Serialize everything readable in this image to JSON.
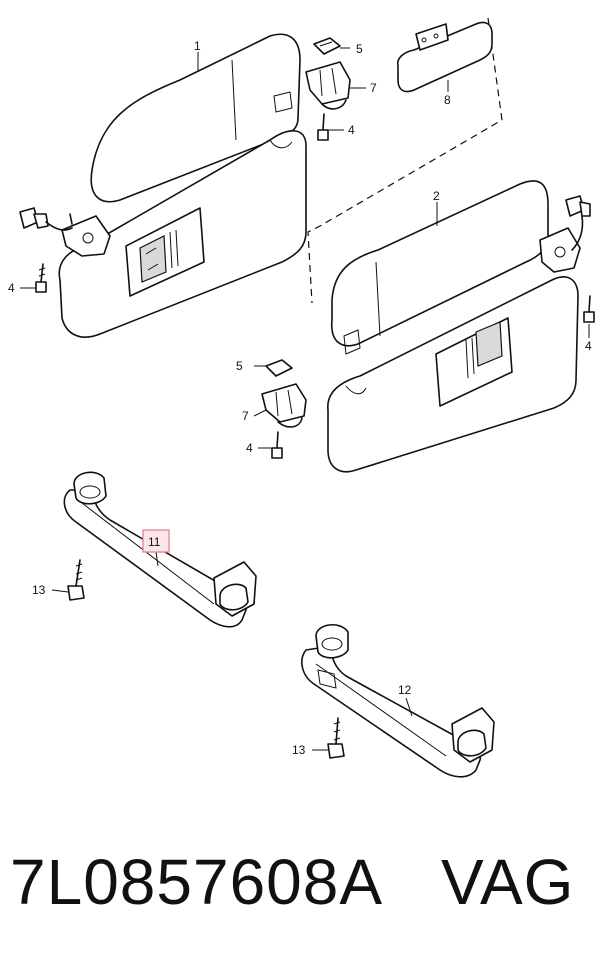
{
  "diagram": {
    "callouts": {
      "c1": "1",
      "c2": "2",
      "c4a": "4",
      "c4b": "4",
      "c4c": "4",
      "c4d": "4",
      "c5a": "5",
      "c5b": "5",
      "c7a": "7",
      "c7b": "7",
      "c8": "8",
      "c11": "11",
      "c12": "12",
      "c13a": "13",
      "c13b": "13"
    },
    "highlight_color": "#e07a8a"
  },
  "caption": {
    "part_number": "7L0857608A",
    "brand": "VAG"
  }
}
